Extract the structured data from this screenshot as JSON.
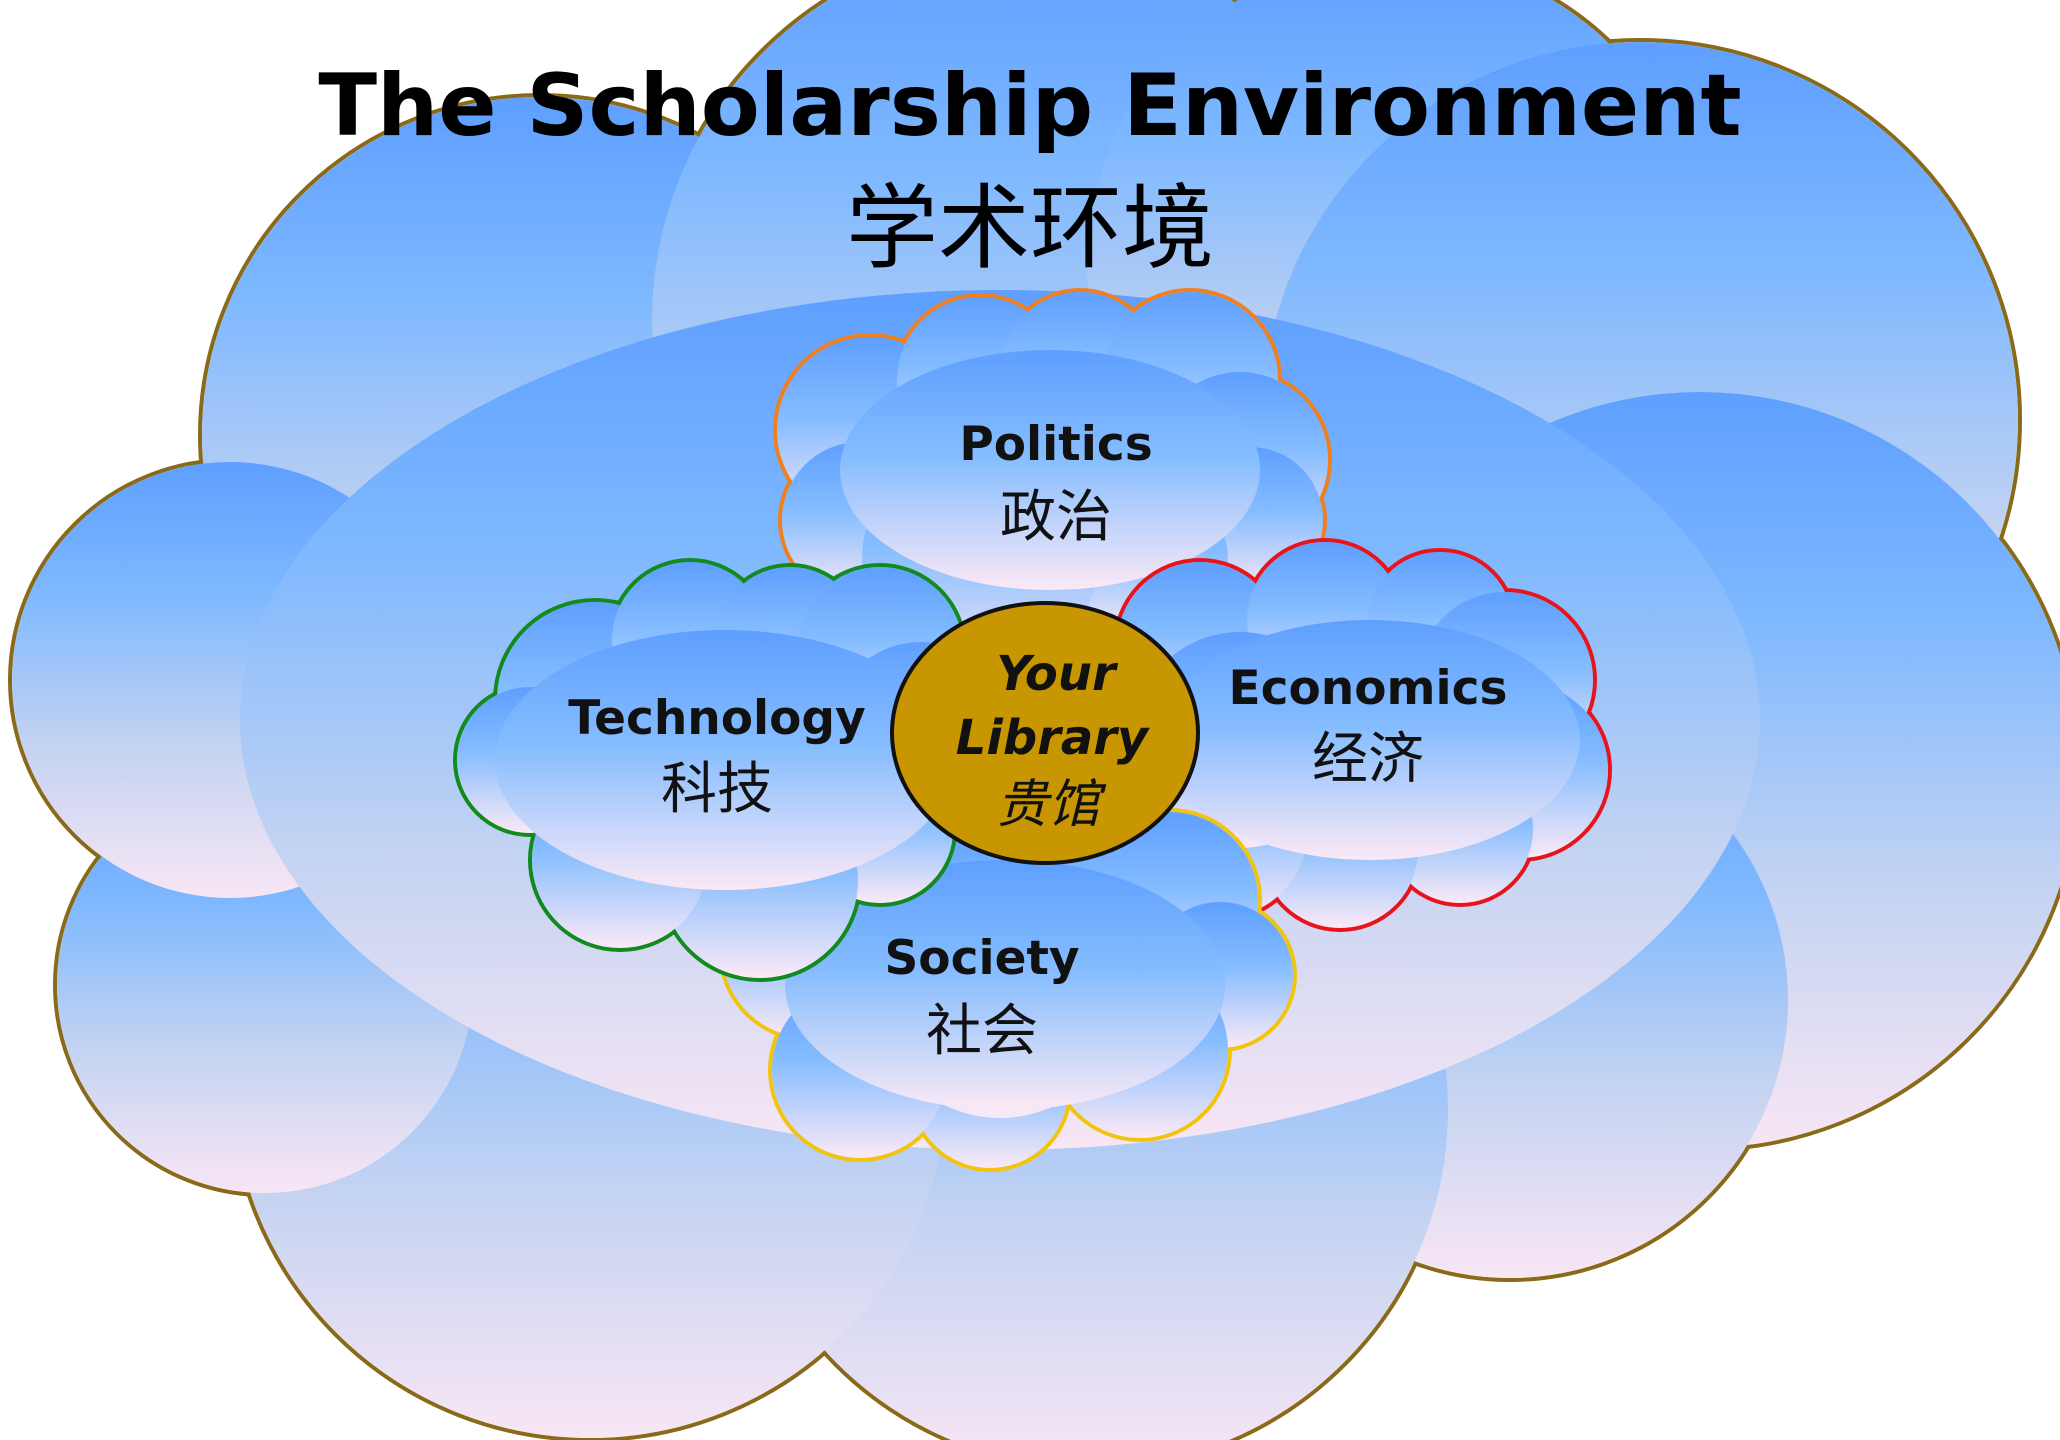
{
  "diagram": {
    "title": "The Scholarship Environment",
    "subtitle": "学术环境",
    "center": {
      "line1": "Your",
      "line2": "Library",
      "line3": "贵馆",
      "fill": "#C89600"
    },
    "clouds": [
      {
        "id": "politics",
        "label": "Politics",
        "label_zh": "政治",
        "border": "#F07F1E"
      },
      {
        "id": "economics",
        "label": "Economics",
        "label_zh": "经济",
        "border": "#E8141B"
      },
      {
        "id": "technology",
        "label": "Technology",
        "label_zh": "科技",
        "border": "#128A1E"
      },
      {
        "id": "society",
        "label": "Society",
        "label_zh": "社会",
        "border": "#F2C40F"
      }
    ],
    "colors": {
      "outer_border": "#8A6A18",
      "sky_top": "#5E9FFF",
      "sky_bottom": "#F8E6F4"
    }
  }
}
